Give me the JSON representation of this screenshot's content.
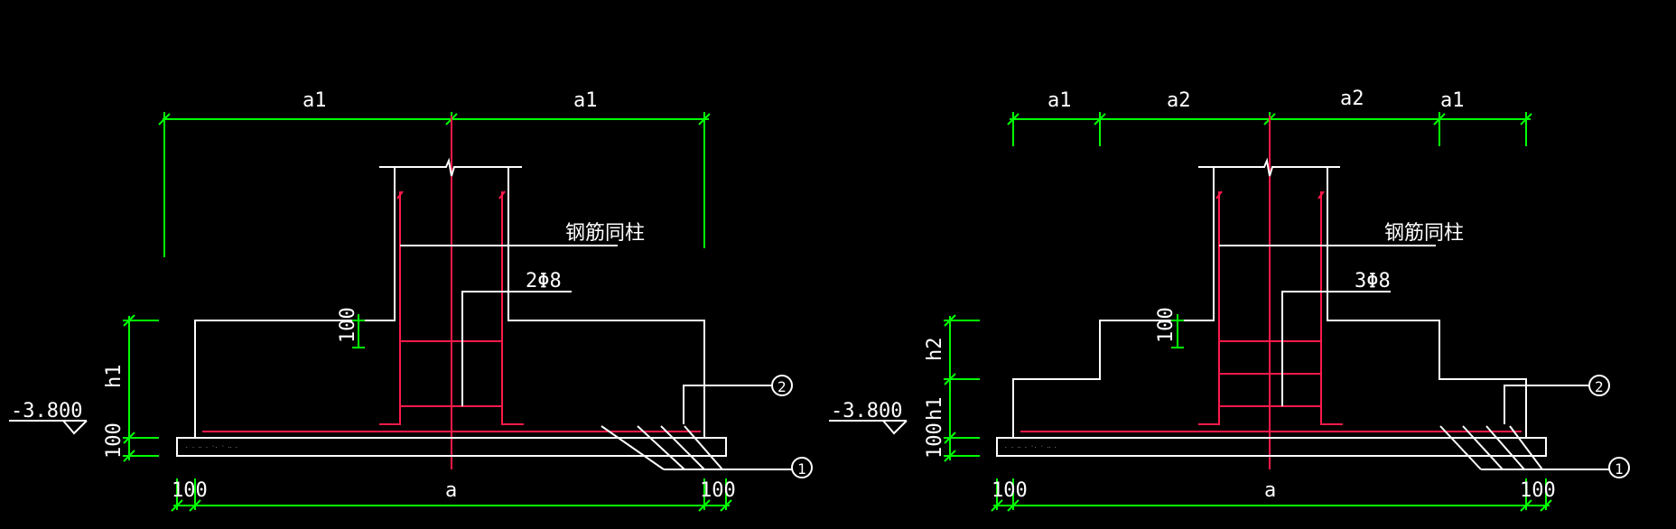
{
  "left": {
    "dims_top": [
      "a1",
      "a1"
    ],
    "note_rebar": "钢筋同柱",
    "stirrup_label": "2Φ8",
    "h_label": "h1",
    "dim_100_upper": "100",
    "dim_100_lower": "100",
    "elevation": "-3.800",
    "marker_2": "2",
    "marker_1": "1",
    "bottom_left": "100",
    "bottom_mid": "a",
    "bottom_right": "100"
  },
  "right": {
    "dims_top": [
      "a1",
      "a2",
      "a2",
      "a1"
    ],
    "note_rebar": "钢筋同柱",
    "stirrup_label": "3Φ8",
    "h2_label": "h2",
    "h1_label": "h1",
    "dim_100_upper": "100",
    "dim_100_lower": "100",
    "elevation": "-3.800",
    "marker_2": "2",
    "marker_1": "1",
    "bottom_left": "100",
    "bottom_mid": "a",
    "bottom_right": "100"
  },
  "colors": {
    "background": "#000000",
    "outline": "#ffffff",
    "dimension": "#00ff00",
    "rebar": "#ff1a4a"
  }
}
